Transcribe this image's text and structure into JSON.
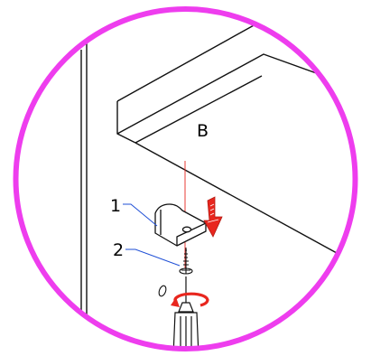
{
  "labels": {
    "panel": "B",
    "callout_1": "1",
    "callout_2": "2"
  },
  "colors": {
    "frame_ring": "#EE3DEE",
    "arrow_red": "#E8261E",
    "callout_line": "#1F4FD6",
    "ink": "#111111"
  },
  "icons": {
    "bracket": "l-bracket-icon",
    "screw": "screw-icon",
    "screwdriver": "screwdriver-icon",
    "down_arrow": "down-arrow-icon",
    "rotation_arrow": "rotation-arrow-icon"
  }
}
